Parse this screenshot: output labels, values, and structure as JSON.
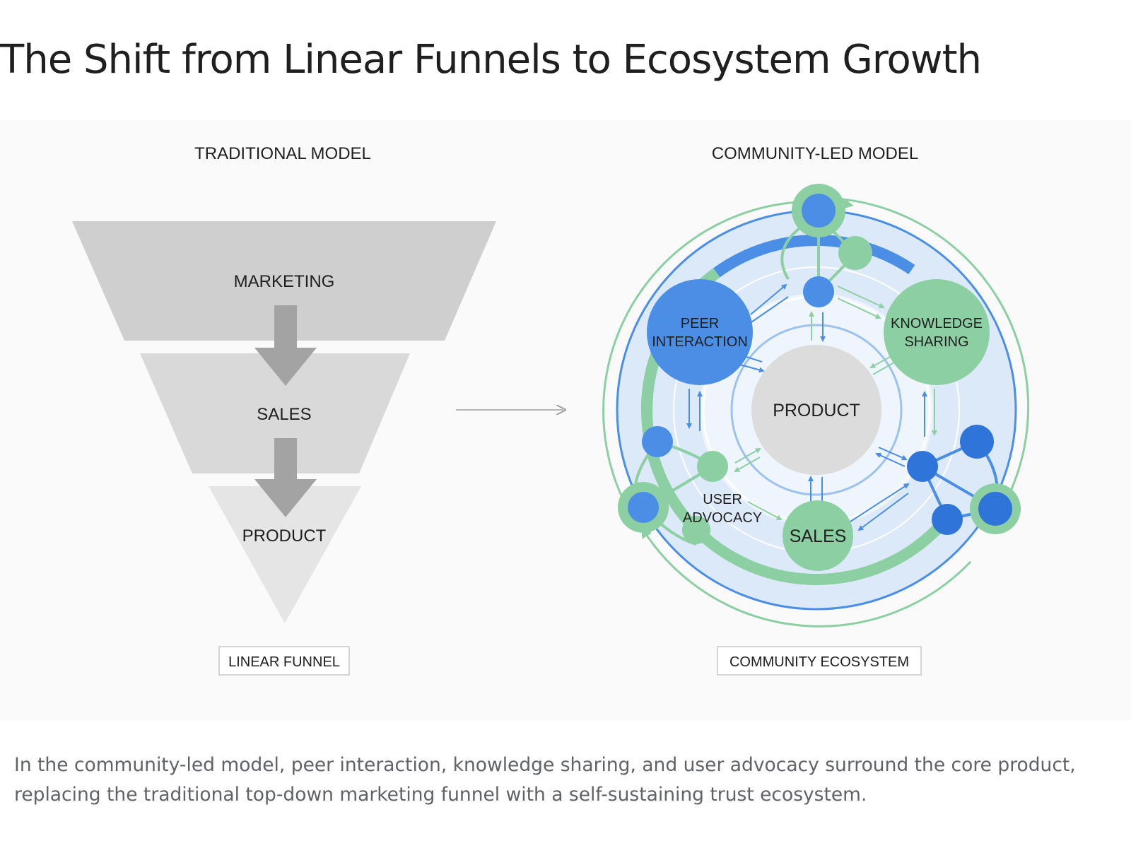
{
  "title": "The Shift from Linear Funnels to Ecosystem Growth",
  "caption": "In the community-led model, peer interaction, knowledge sharing, and user advocacy surround the core product, replacing the traditional top-down marketing funnel with a self-sustaining trust ecosystem.",
  "traditional_model": {
    "heading": "TRADITIONAL MODEL",
    "stages": [
      "MARKETING",
      "SALES",
      "PRODUCT"
    ],
    "footer_label": "LINEAR FUNNEL"
  },
  "community_model": {
    "heading": "COMMUNITY-LED MODEL",
    "center_label": "PRODUCT",
    "nodes": {
      "peer_line1": "PEER",
      "peer_line2": "INTERACTION",
      "knowledge_line1": "KNOWLEDGE",
      "knowledge_line2": "SHARING",
      "advocacy_line1": "USER",
      "advocacy_line2": "ADVOCACY",
      "sales": "SALES"
    },
    "footer_label": "COMMUNITY ECOSYSTEM"
  },
  "colors": {
    "blue": "#4a8ee6",
    "dark_blue": "#2f74d8",
    "green": "#8ccfa2",
    "light_blue_fill": "#dce9f8",
    "funnel_top": "#cfcfcf",
    "funnel_mid": "#d9d9d9",
    "funnel_bottom": "#e5e5e5",
    "arrow_gray": "#9e9e9e"
  }
}
